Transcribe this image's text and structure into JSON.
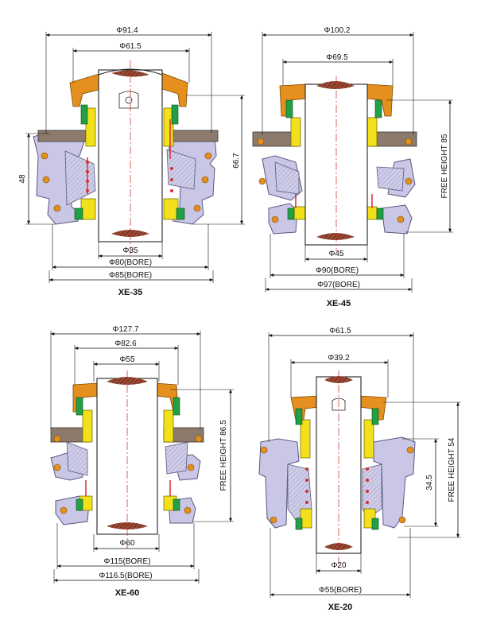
{
  "colors": {
    "shaft": "#ffffff",
    "shaft_cut": "#8a3a2a",
    "housing": "#c9c6e6",
    "housing_edge": "#5a5880",
    "gland": "#8c7b6c",
    "orange": "#e58f1e",
    "yellow": "#f2e11a",
    "green": "#21a045",
    "centerline": "#cc2222",
    "spring": "#d23030"
  },
  "seals": [
    {
      "model": "XE-35",
      "dims": [
        "Φ91.4",
        "Φ61.5",
        "48",
        "66.7",
        "Φ35",
        "Φ80(BORE)",
        "Φ85(BORE)"
      ]
    },
    {
      "model": "XE-45",
      "dims": [
        "Φ100.2",
        "Φ69.5",
        "FREE  HEIGHT  85",
        "Φ45",
        "Φ90(BORE)",
        "Φ97(BORE)"
      ]
    },
    {
      "model": "XE-60",
      "dims": [
        "Φ127.7",
        "Φ82.6",
        "Φ55",
        "FREE  HEIGHT  86.5",
        "Φ60",
        "Φ115(BORE)",
        "Φ116.5(BORE)"
      ]
    },
    {
      "model": "XE-20",
      "dims": [
        "Φ61.5",
        "Φ39.2",
        "34.5",
        "FREE  HEIGHT  54",
        "Φ20",
        "Φ55(BORE)"
      ]
    }
  ]
}
